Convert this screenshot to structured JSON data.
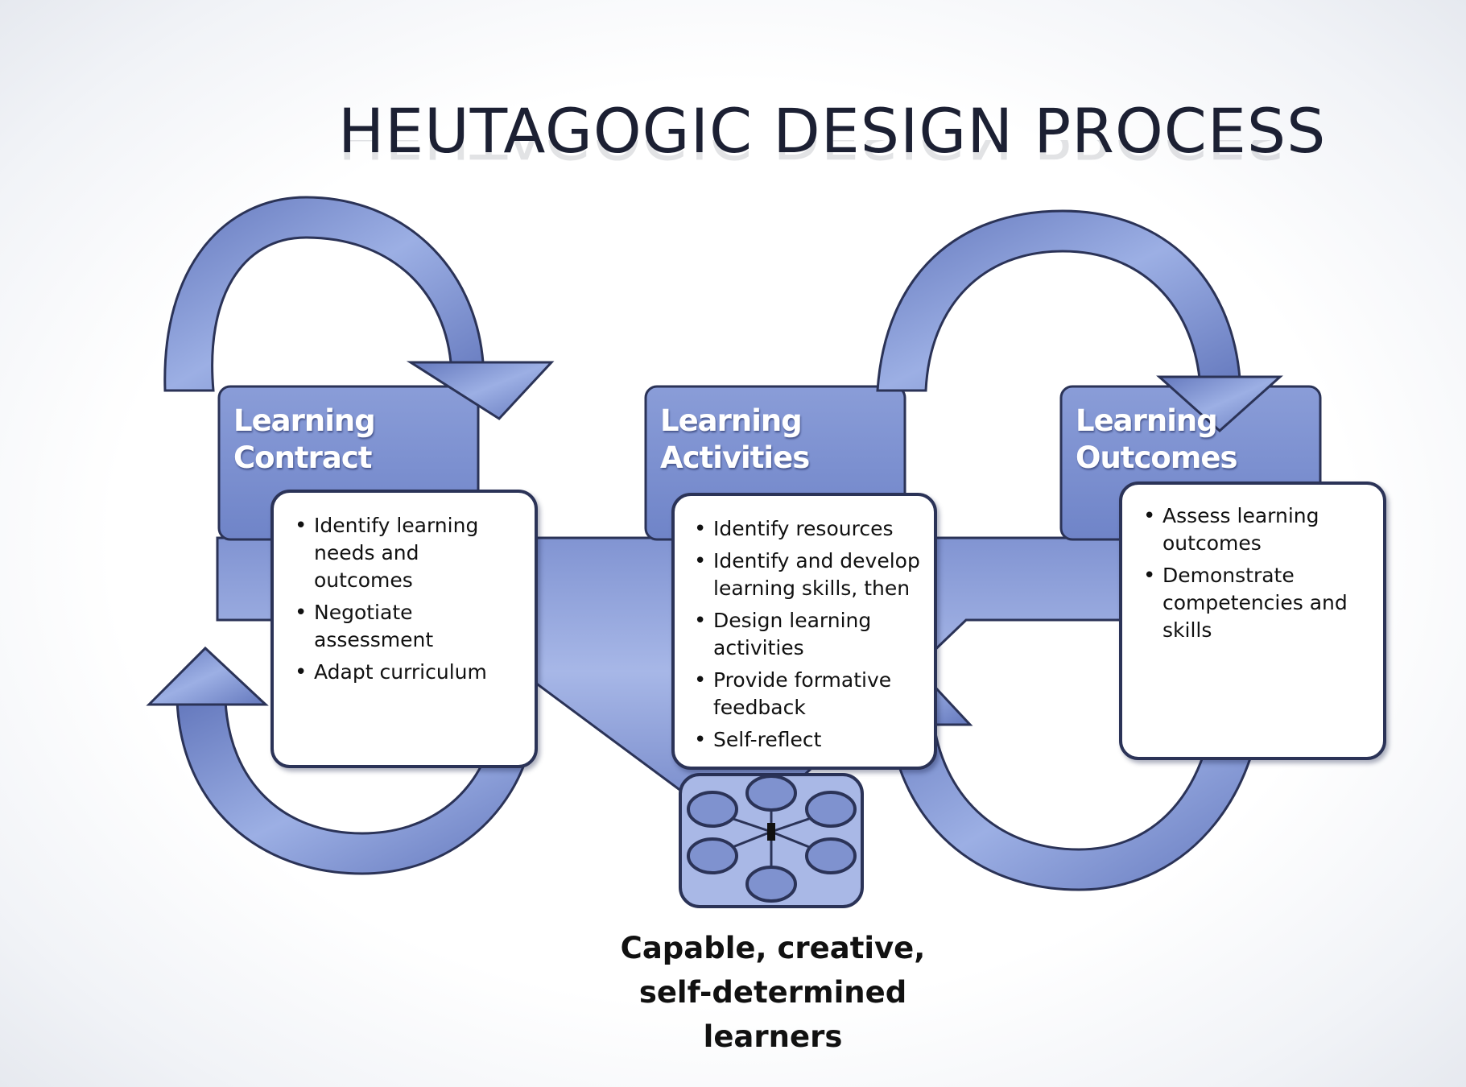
{
  "title": "HEUTAGOGIC DESIGN PROCESS",
  "stages": [
    {
      "label_line1": "Learning",
      "label_line2": "Contract",
      "items": [
        "Identify learning needs and outcomes",
        "Negotiate assessment",
        "Adapt curriculum"
      ]
    },
    {
      "label_line1": "Learning",
      "label_line2": "Activities",
      "items": [
        "Identify resources",
        "Identify and develop learning skills, then",
        "Design learning activities",
        "Provide formative feedback",
        "Self-reflect"
      ]
    },
    {
      "label_line1": "Learning",
      "label_line2": "Outcomes",
      "items": [
        "Assess learning outcomes",
        "Demonstrate competencies and skills"
      ]
    }
  ],
  "caption_lines": [
    "Capable, creative,",
    "self-determined",
    "learners"
  ],
  "center_icon": "learner-network-icon",
  "arrow_icon": "circular-arrow-icon",
  "colors": {
    "shape_fill": "#7f92cf",
    "shape_fill_light": "#a9b8e6",
    "outline": "#2b3357",
    "title": "#1c2033"
  }
}
